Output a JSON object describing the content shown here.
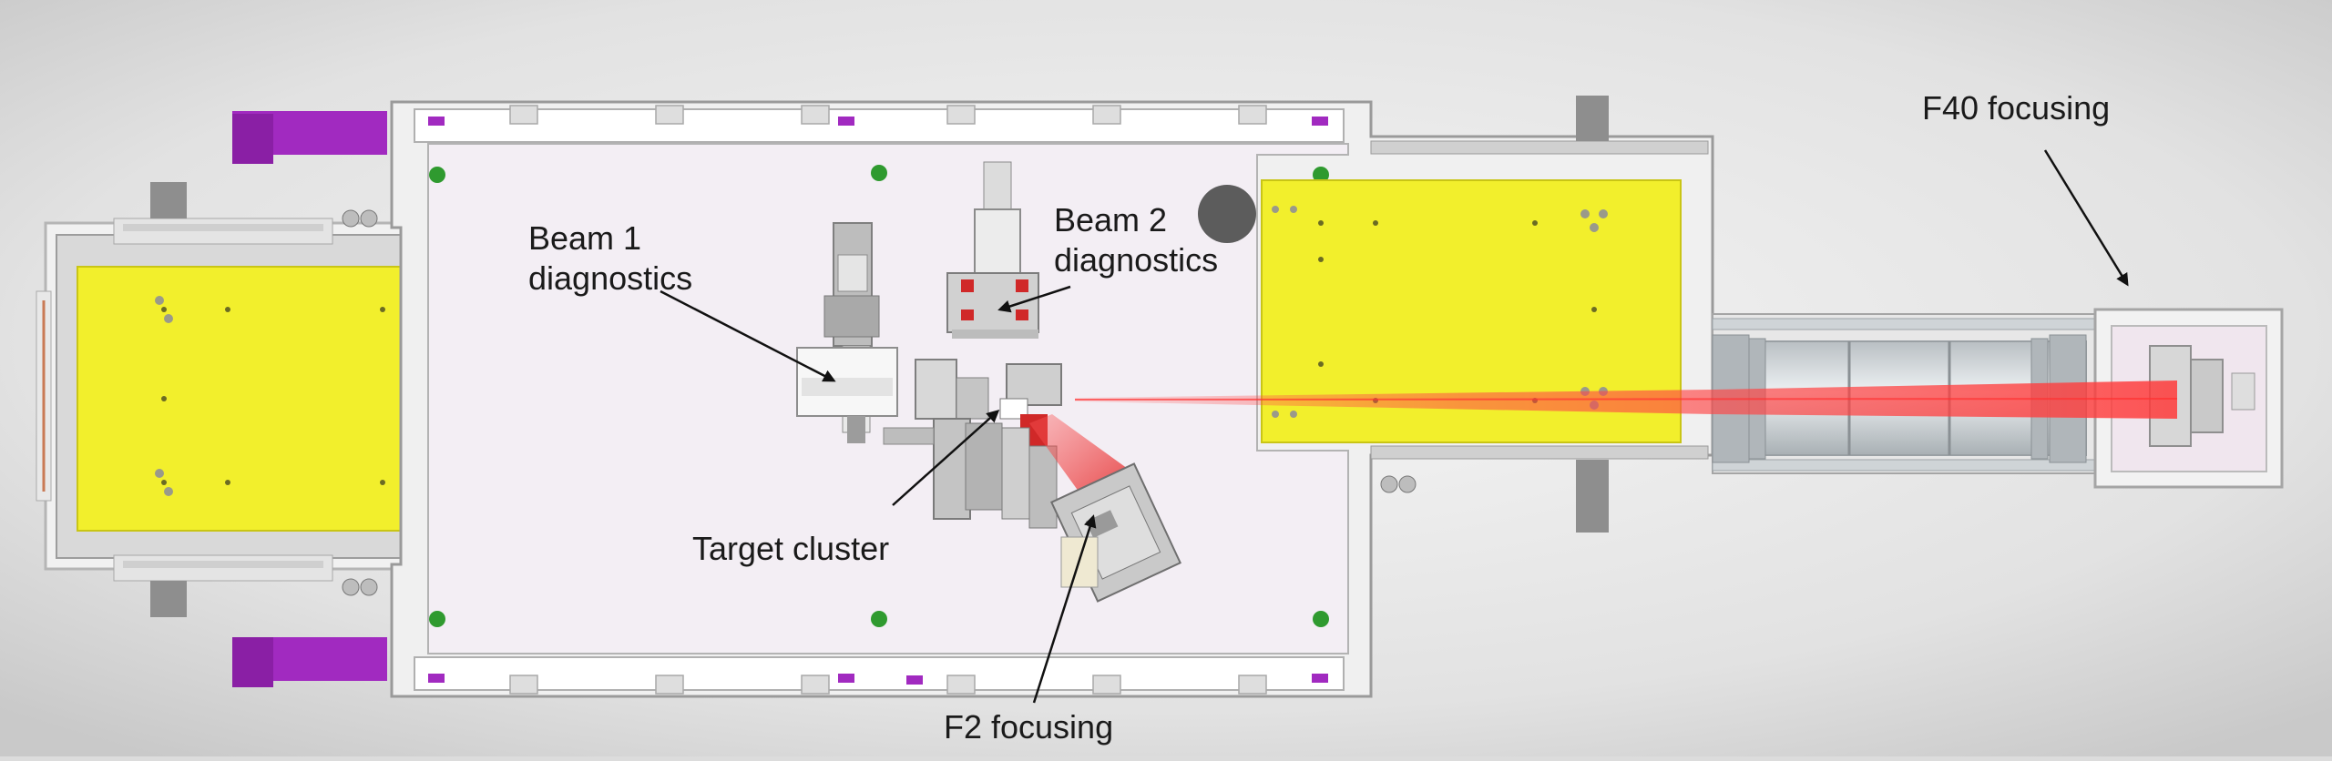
{
  "labels": {
    "beam1": [
      "Beam 1",
      "diagnostics"
    ],
    "beam2": [
      "Beam 2",
      "diagnostics"
    ],
    "target": "Target cluster",
    "f2": "F2 focusing",
    "f40": "F40 focusing"
  },
  "colors": {
    "background": "#dcdcdc",
    "chamber_floor": "#f3eef4",
    "frame": "#eeeeee",
    "breadboard": "#f2ef2c",
    "purple_support": "#a12ac0",
    "laser_beam": "#ff4a4a",
    "mount_red": "#d02828",
    "bolt_green": "#2f9a2f"
  }
}
